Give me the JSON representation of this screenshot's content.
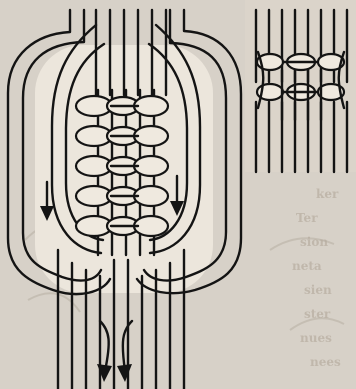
{
  "figure": {
    "main_panel": {
      "cord_arrows": [
        "arrow-left-down",
        "arrow-right-down",
        "arrow-bottom-left-down",
        "arrow-bottom-right-down"
      ],
      "knot_rows": 5
    },
    "inset_panel": {
      "knot_rows": 2
    },
    "background_color": "#d7d1c8",
    "ink_color": "#141414"
  }
}
